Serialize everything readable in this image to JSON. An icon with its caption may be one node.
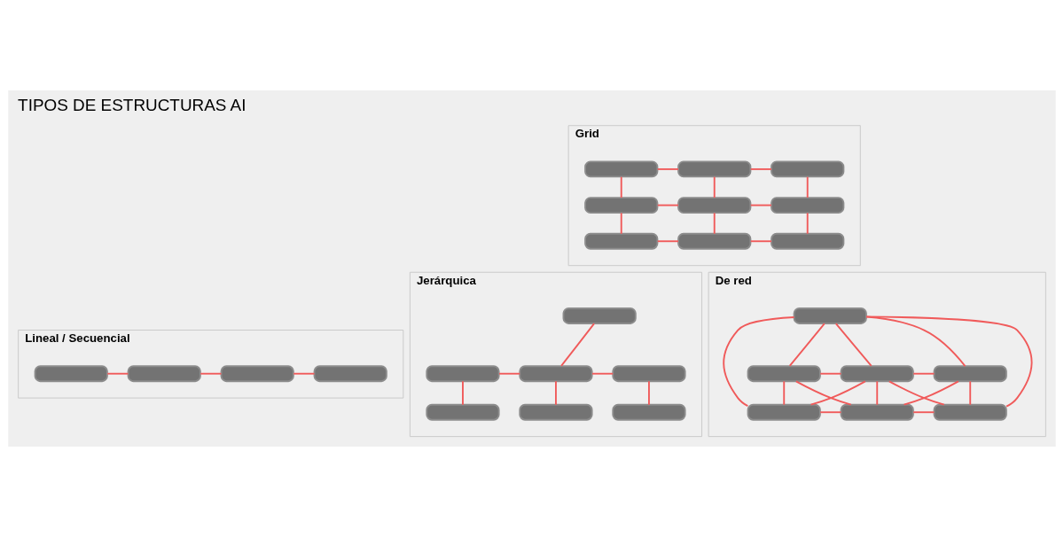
{
  "diagram": {
    "title": "TIPOS DE ESTRUCTURAS AI",
    "nodes": [
      {
        "text": [
          "Lineal / Secuencial"
        ]
      },
      {
        "text": [],
        "shape": "box",
        "in": 0
      },
      {
        "text": [],
        "shape": "box",
        "in": 0
      },
      {
        "text": [],
        "shape": "box",
        "in": 0
      },
      {
        "text": [],
        "shape": "box",
        "in": 0
      },
      {
        "text": [
          "Grid"
        ]
      },
      {
        "text": [],
        "shape": "box",
        "in": 5
      },
      {
        "text": [],
        "shape": "box",
        "in": 5
      },
      {
        "text": [],
        "shape": "box",
        "in": 5
      },
      {
        "text": [],
        "shape": "box",
        "in": 5
      },
      {
        "text": [],
        "shape": "box",
        "in": 5
      },
      {
        "text": [],
        "shape": "box",
        "in": 5
      },
      {
        "text": [],
        "shape": "box",
        "in": 5
      },
      {
        "text": [],
        "shape": "box",
        "in": 5
      },
      {
        "text": [],
        "shape": "box",
        "in": 5
      },
      {
        "text": [
          "Jerárquica"
        ]
      },
      {
        "text": [],
        "shape": "box",
        "in": 15
      },
      {
        "text": [],
        "shape": "box",
        "in": 15
      },
      {
        "text": [],
        "shape": "box",
        "in": 15
      },
      {
        "text": [],
        "shape": "box",
        "in": 15
      },
      {
        "text": [],
        "shape": "box",
        "in": 15
      },
      {
        "text": [],
        "shape": "box",
        "in": 15
      },
      {
        "text": [],
        "shape": "box",
        "in": 15
      },
      {
        "text": [
          "De red"
        ]
      },
      {
        "text": [],
        "shape": "box",
        "in": 23
      },
      {
        "text": [],
        "shape": "box",
        "in": 23
      },
      {
        "text": [],
        "shape": "box",
        "in": 23
      },
      {
        "text": [],
        "shape": "box",
        "in": 23
      },
      {
        "text": [],
        "shape": "box",
        "in": 23
      },
      {
        "text": [],
        "shape": "box",
        "in": 23
      },
      {
        "text": [],
        "shape": "box",
        "in": 23
      }
    ],
    "edges": [
      {
        "from": 1,
        "to": 2,
        "arrow": "none"
      },
      {
        "from": 2,
        "to": 3,
        "arrow": "none"
      },
      {
        "from": 3,
        "to": 4,
        "arrow": "none"
      },
      {
        "from": 6,
        "to": 7,
        "arrow": "none"
      },
      {
        "from": 7,
        "to": 8,
        "arrow": "none"
      },
      {
        "from": 6,
        "to": 9,
        "arrow": "none"
      },
      {
        "from": 7,
        "to": 10,
        "arrow": "none"
      },
      {
        "from": 8,
        "to": 11,
        "arrow": "none"
      },
      {
        "from": 9,
        "to": 10,
        "arrow": "none"
      },
      {
        "from": 10,
        "to": 11,
        "arrow": "none"
      },
      {
        "from": 9,
        "to": 12,
        "arrow": "none"
      },
      {
        "from": 10,
        "to": 13,
        "arrow": "none"
      },
      {
        "from": 11,
        "to": 14,
        "arrow": "none"
      },
      {
        "from": 12,
        "to": 13,
        "arrow": "none"
      },
      {
        "from": 13,
        "to": 14,
        "arrow": "none"
      },
      {
        "from": 16,
        "to": 18,
        "arrow": "none"
      },
      {
        "from": 17,
        "to": 18,
        "arrow": "none"
      },
      {
        "from": 18,
        "to": 19,
        "arrow": "none"
      },
      {
        "from": 17,
        "to": 20,
        "arrow": "none"
      },
      {
        "from": 18,
        "to": 21,
        "arrow": "none"
      },
      {
        "from": 19,
        "to": 22,
        "arrow": "none"
      },
      {
        "from": 24,
        "to": 25,
        "arrow": "none"
      },
      {
        "from": 24,
        "to": 26,
        "arrow": "none"
      },
      {
        "from": 24,
        "to": 27,
        "arrow": "none"
      },
      {
        "from": 24,
        "to": 28,
        "arrow": "none"
      },
      {
        "from": 24,
        "to": 30,
        "arrow": "none"
      },
      {
        "from": 25,
        "to": 26,
        "arrow": "none"
      },
      {
        "from": 26,
        "to": 27,
        "arrow": "none"
      },
      {
        "from": 25,
        "to": 28,
        "arrow": "none"
      },
      {
        "from": 26,
        "to": 29,
        "arrow": "none"
      },
      {
        "from": 27,
        "to": 30,
        "arrow": "none"
      },
      {
        "from": 25,
        "to": 29,
        "arrow": "none"
      },
      {
        "from": 27,
        "to": 29,
        "arrow": "none"
      },
      {
        "from": 26,
        "to": 28,
        "arrow": "none"
      },
      {
        "from": 26,
        "to": 30,
        "arrow": "none"
      },
      {
        "from": 28,
        "to": 29,
        "arrow": "none"
      },
      {
        "from": 29,
        "to": 30,
        "arrow": "none"
      }
    ]
  }
}
